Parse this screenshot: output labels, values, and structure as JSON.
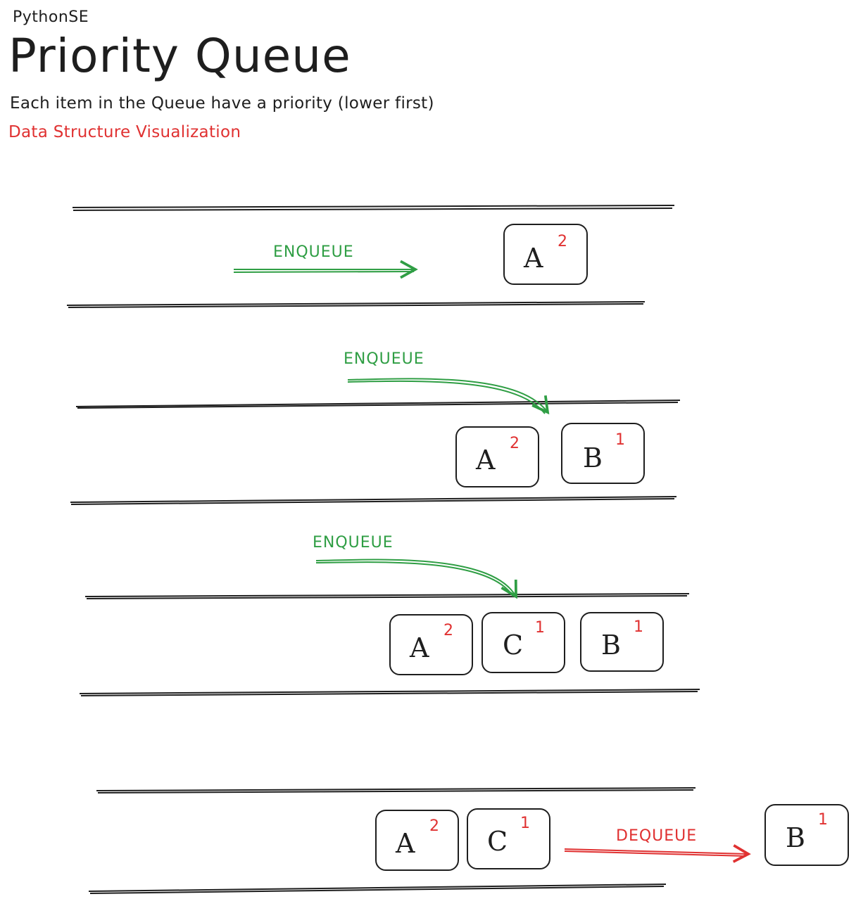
{
  "header": {
    "brand": "PythonSE",
    "title": "Priority Queue",
    "description": "Each item in the Queue have a priority (lower first)",
    "subtitle": "Data Structure Visualization"
  },
  "colors": {
    "ink": "#1e1e1e",
    "priority": "#e03131",
    "enqueue": "#2f9e44",
    "dequeue": "#e03131",
    "subtitle": "#e03131"
  },
  "steps": [
    {
      "operation": "ENQUEUE",
      "items": [
        {
          "label": "A",
          "priority": "2"
        }
      ]
    },
    {
      "operation": "ENQUEUE",
      "items": [
        {
          "label": "A",
          "priority": "2"
        },
        {
          "label": "B",
          "priority": "1"
        }
      ]
    },
    {
      "operation": "ENQUEUE",
      "items": [
        {
          "label": "A",
          "priority": "2"
        },
        {
          "label": "C",
          "priority": "1"
        },
        {
          "label": "B",
          "priority": "1"
        }
      ]
    },
    {
      "operation": "DEQUEUE",
      "items": [
        {
          "label": "A",
          "priority": "2"
        },
        {
          "label": "C",
          "priority": "1"
        }
      ],
      "dequeued": {
        "label": "B",
        "priority": "1"
      }
    }
  ]
}
